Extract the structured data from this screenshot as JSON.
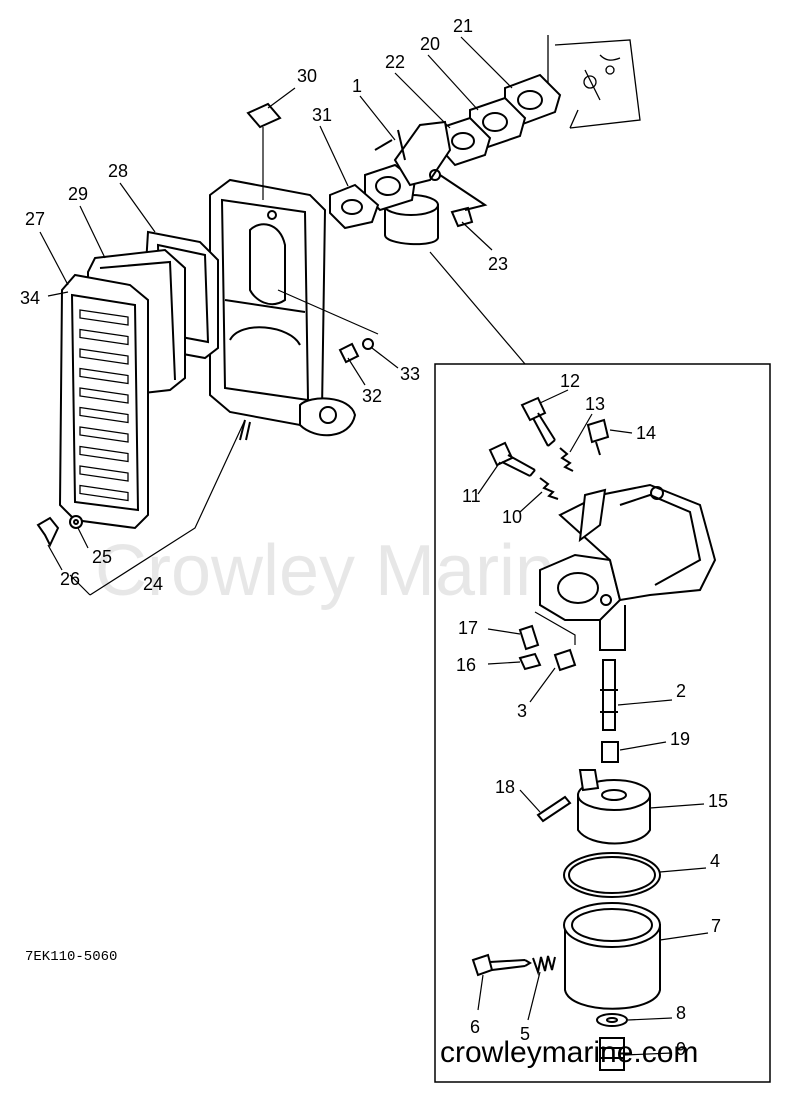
{
  "callouts": [
    "1",
    "2",
    "3",
    "4",
    "5",
    "6",
    "7",
    "8",
    "9",
    "10",
    "11",
    "12",
    "13",
    "14",
    "15",
    "16",
    "17",
    "18",
    "19",
    "20",
    "21",
    "22",
    "23",
    "24",
    "25",
    "26",
    "27",
    "28",
    "29",
    "30",
    "31",
    "32",
    "33",
    "34"
  ],
  "drawing_code": "7EK110-5060",
  "watermark_center": "Crowley Marine",
  "watermark_footer": "crowleymarine.com"
}
